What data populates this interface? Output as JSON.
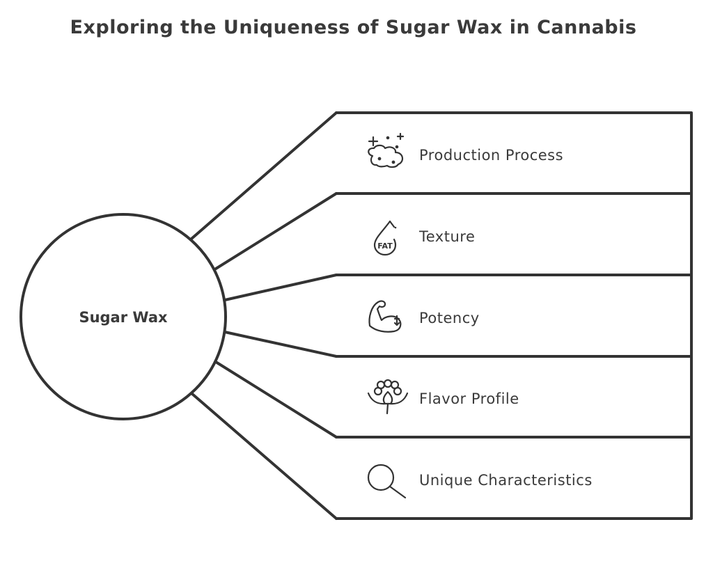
{
  "title": "Exploring the Uniqueness of Sugar Wax in Cannabis",
  "center": {
    "label": "Sugar Wax"
  },
  "branches": [
    {
      "label": "Production Process",
      "icon": "sparkle-cloud-icon"
    },
    {
      "label": "Texture",
      "icon": "fat-drop-icon"
    },
    {
      "label": "Potency",
      "icon": "flexed-arm-icon"
    },
    {
      "label": "Flavor Profile",
      "icon": "flower-icon"
    },
    {
      "label": "Unique Characteristics",
      "icon": "magnifier-icon"
    }
  ],
  "colors": {
    "stroke": "#333333",
    "background": "#ffffff"
  }
}
